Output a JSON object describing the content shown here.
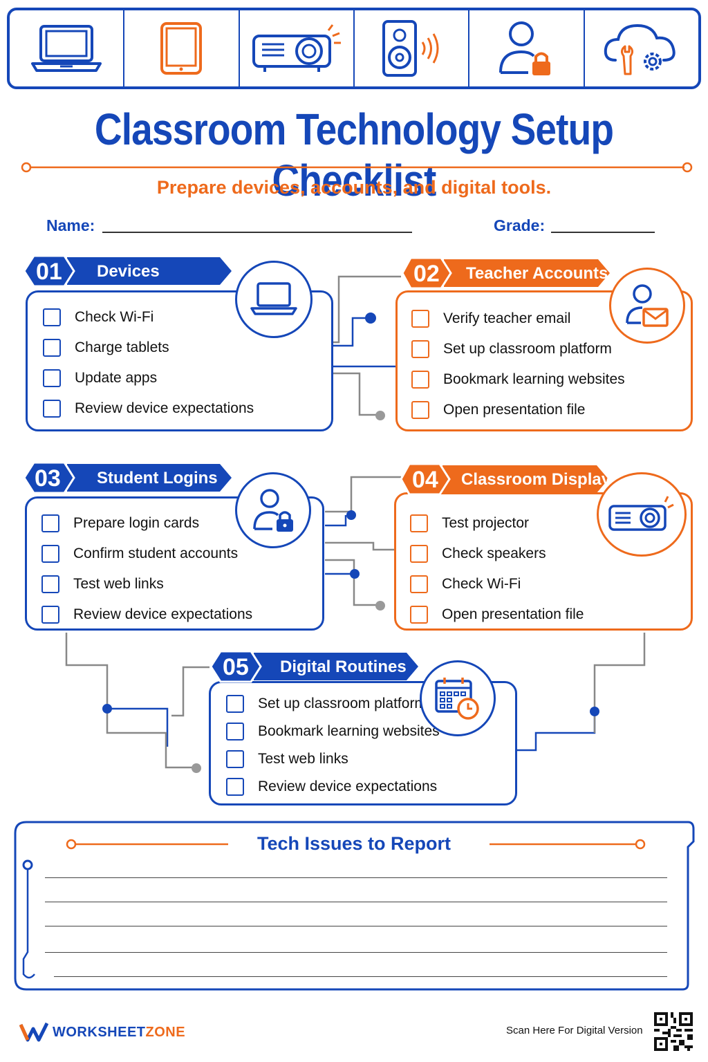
{
  "icons": [
    "laptop-icon",
    "tablet-icon",
    "projector-icon",
    "speaker-icon",
    "user-lock-icon",
    "cloud-settings-icon"
  ],
  "colors": {
    "blue": "#1547b8",
    "orange": "#ee6a1c",
    "gray": "#888888"
  },
  "title": "Classroom Technology Setup Checklist",
  "subtitle": "Prepare devices, accounts, and digital tools.",
  "name_label": "Name:",
  "grade_label": "Grade:",
  "sections": [
    {
      "num": "01",
      "label": "Devices",
      "icon": "laptop-icon",
      "items": [
        "Check Wi-Fi",
        "Charge tablets",
        "Update apps",
        "Review device expectations"
      ]
    },
    {
      "num": "02",
      "label": "Teacher Accounts",
      "icon": "user-mail-icon",
      "items": [
        "Verify teacher email",
        "Set up classroom platform",
        "Bookmark learning websites",
        "Open presentation file"
      ]
    },
    {
      "num": "03",
      "label": "Student Logins",
      "icon": "user-lock-icon",
      "items": [
        "Prepare login cards",
        "Confirm student accounts",
        "Test web links",
        "Review device expectations"
      ]
    },
    {
      "num": "04",
      "label": "Classroom Display",
      "icon": "projector-icon",
      "items": [
        "Test projector",
        "Check speakers",
        "Check Wi-Fi",
        "Open presentation file"
      ]
    },
    {
      "num": "05",
      "label": "Digital Routines",
      "icon": "calendar-clock-icon",
      "items": [
        "Set up classroom platform",
        "Bookmark learning websites",
        "Test web links",
        "Review device expectations"
      ]
    }
  ],
  "report_title": "Tech Issues to Report",
  "brand": "WORKSHEETZONE",
  "brand_a": "WORKSHEET",
  "brand_b": "ZONE",
  "scan_text": "Scan Here For Digital Version"
}
